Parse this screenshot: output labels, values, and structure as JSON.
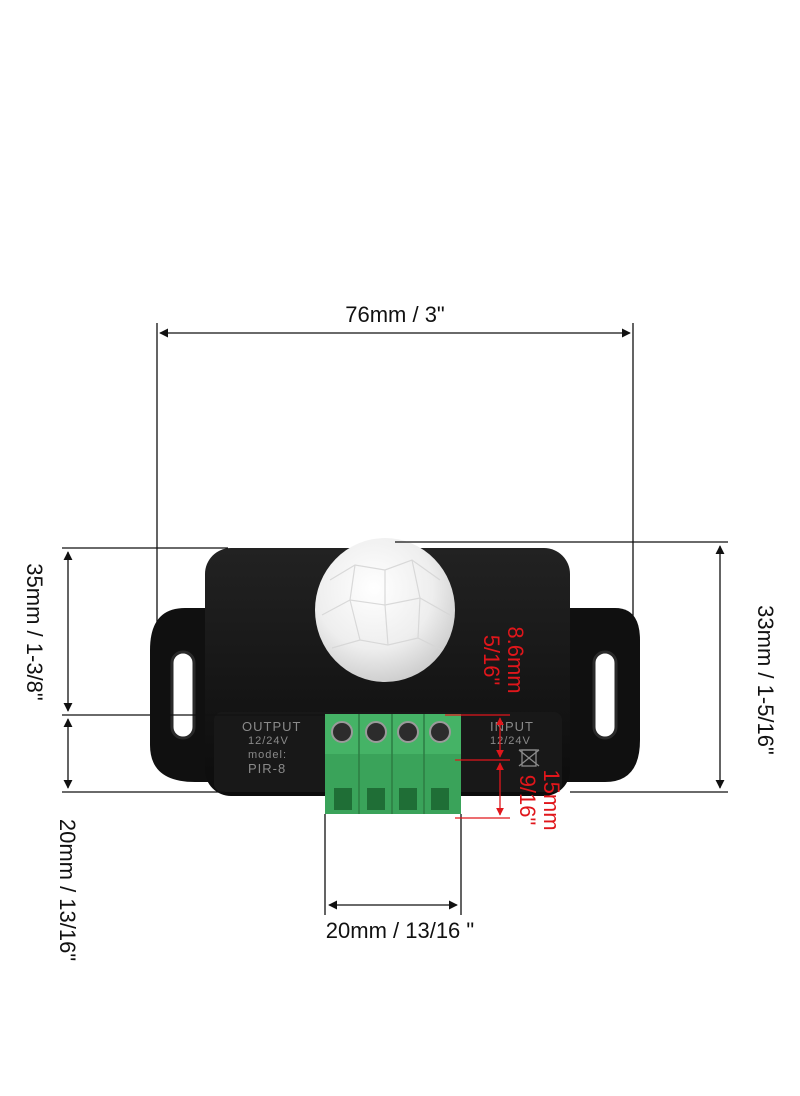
{
  "product": {
    "panel": {
      "output_label": "OUTPUT",
      "output_voltage": "12/24V",
      "model_label": "model:",
      "model_value": "PIR-8",
      "input_label": "INPUT",
      "input_voltage": "12/24V"
    }
  },
  "dimensions": {
    "width_top": "76mm / 3\"",
    "height_left": "35mm / 1-3/8\"",
    "height_right": "33mm / 1-5/16\"",
    "terminal_height_left": "20mm / 13/16\"",
    "terminal_width_bottom": "20mm / 13/16  \"",
    "inner_top_mm": "8.6mm",
    "inner_top_in": "5/16\"",
    "inner_bottom_mm": "15mm",
    "inner_bottom_in": "9/16\""
  },
  "colors": {
    "housing": "#141414",
    "terminal": "#3aa35a",
    "dome": "#f2f2f2",
    "annotation_red": "#e0161b",
    "dimension_line": "#111111"
  }
}
